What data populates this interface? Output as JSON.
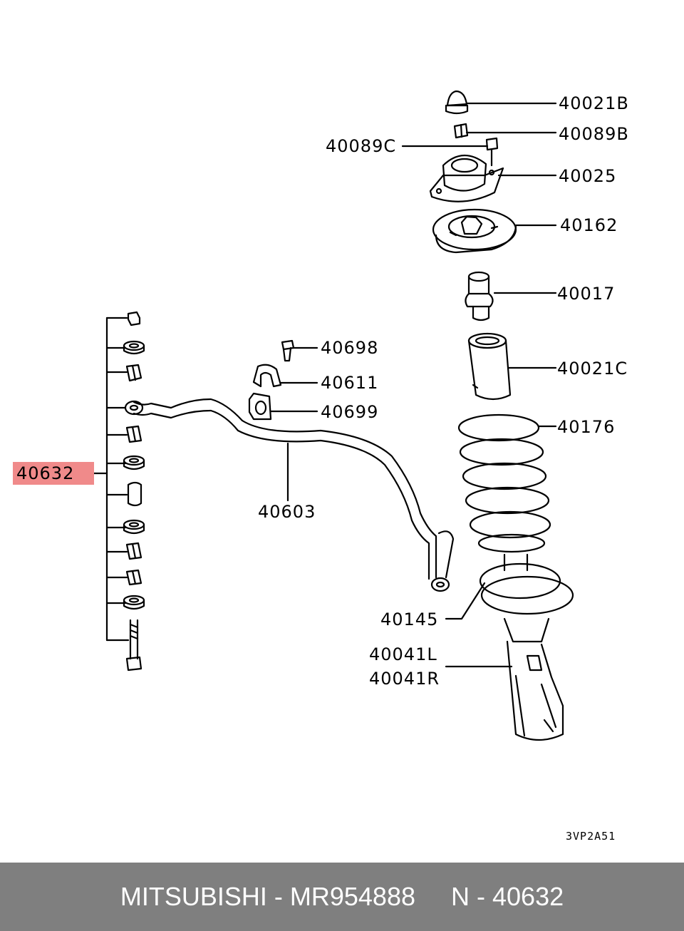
{
  "labels": {
    "p40021B": "40021B",
    "p40089B": "40089B",
    "p40089C": "40089C",
    "p40025": "40025",
    "p40162": "40162",
    "p40017": "40017",
    "p40698": "40698",
    "p40611": "40611",
    "p40699": "40699",
    "p40021C": "40021C",
    "p40176": "40176",
    "p40632": "40632",
    "p40603": "40603",
    "p40145": "40145",
    "p40041L": "40041L",
    "p40041R": "40041R"
  },
  "diagram_code": "3VP2A51",
  "footer": {
    "text": "MITSUBISHI - MR954888     N - 40632"
  },
  "highlight_color": "#f08a8a",
  "footer_color": "#7f7f7f"
}
